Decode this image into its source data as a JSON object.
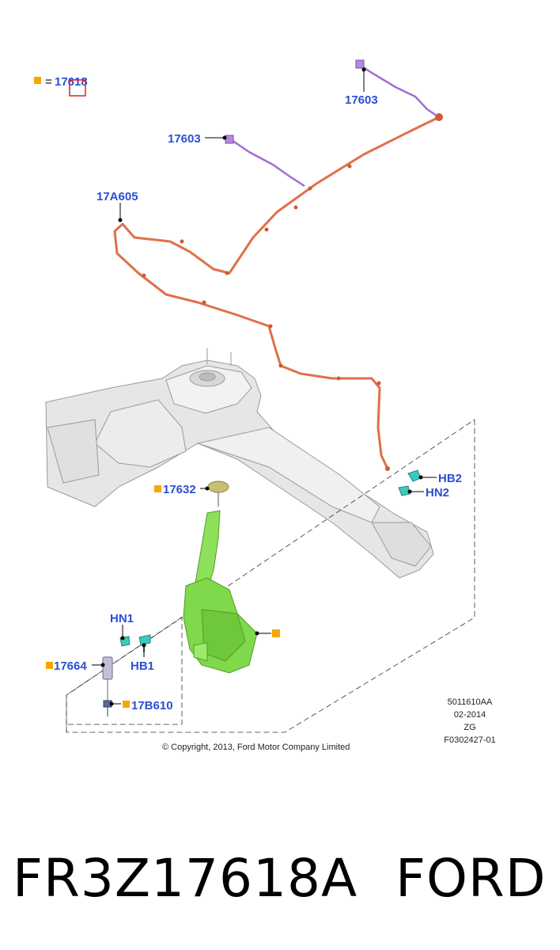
{
  "legend": {
    "marker": "■",
    "equals": "=",
    "code": "17618"
  },
  "callouts": [
    {
      "id": "17603_top",
      "text": "17603"
    },
    {
      "id": "17603_mid",
      "text": "17603"
    },
    {
      "id": "17A605",
      "text": "17A605"
    },
    {
      "id": "HB2",
      "text": "HB2"
    },
    {
      "id": "HN2",
      "text": "HN2"
    },
    {
      "id": "17632",
      "text": "17632"
    },
    {
      "id": "HN1",
      "text": "HN1"
    },
    {
      "id": "HB1",
      "text": "HB1"
    },
    {
      "id": "17664",
      "text": "17664"
    },
    {
      "id": "17B610",
      "text": "17B610"
    }
  ],
  "drawing_info": [
    "5011610AA",
    "02-2014",
    "ZG",
    "F0302427-01"
  ],
  "copyright": "© Copyright, 2013, Ford Motor Company Limited",
  "caption": {
    "part_number": "FR3Z17618A",
    "brand": "FORD"
  },
  "colors": {
    "callout_text": "#2b4fd6",
    "highlight_square": "#f5a800",
    "hose": "#e0704a",
    "nozzle_hose": "#a070d0",
    "reservoir": "#7fd94a",
    "clip": "#3cc9c0",
    "body_panel": "#e6e6e6"
  }
}
